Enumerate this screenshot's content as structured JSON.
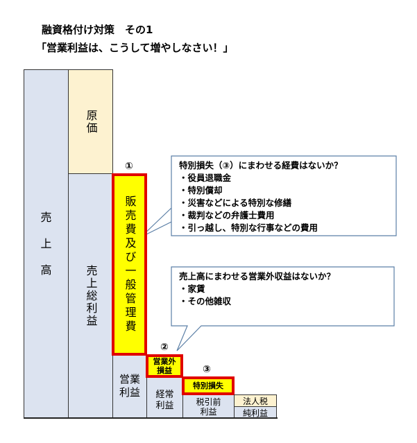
{
  "title": {
    "line1": "融資格付け対策　その1",
    "line2": "「営業利益は、こうして増やしなさい！」"
  },
  "diagram": {
    "sales": "売\n上\n高",
    "cost": "原価",
    "gross_profit": "売上総利益",
    "sga": "販売費及び一般管理費",
    "operating_profit": "営業\n利益",
    "non_operating": "営業外\n損益",
    "ordinary_profit": "経常\n利益",
    "extraordinary_loss": "特別損失",
    "pretax_profit": "税引前\n利益",
    "corporate_tax": "法人税",
    "net_profit": "純利益",
    "marker1": "①",
    "marker2": "②",
    "marker3": "③"
  },
  "callouts": [
    {
      "heading": "特別損失（③）にまわせる経費はないか？",
      "items": [
        "・役員退職金",
        "・特別償却",
        "・災害などによる特別な修繕",
        "・裁判などの弁護士費用",
        "・引っ越し、特別な行事などの費用"
      ]
    },
    {
      "heading": "売上高にまわせる営業外収益はないか？",
      "items": [
        "・家賃",
        "・その他雑収"
      ]
    }
  ]
}
